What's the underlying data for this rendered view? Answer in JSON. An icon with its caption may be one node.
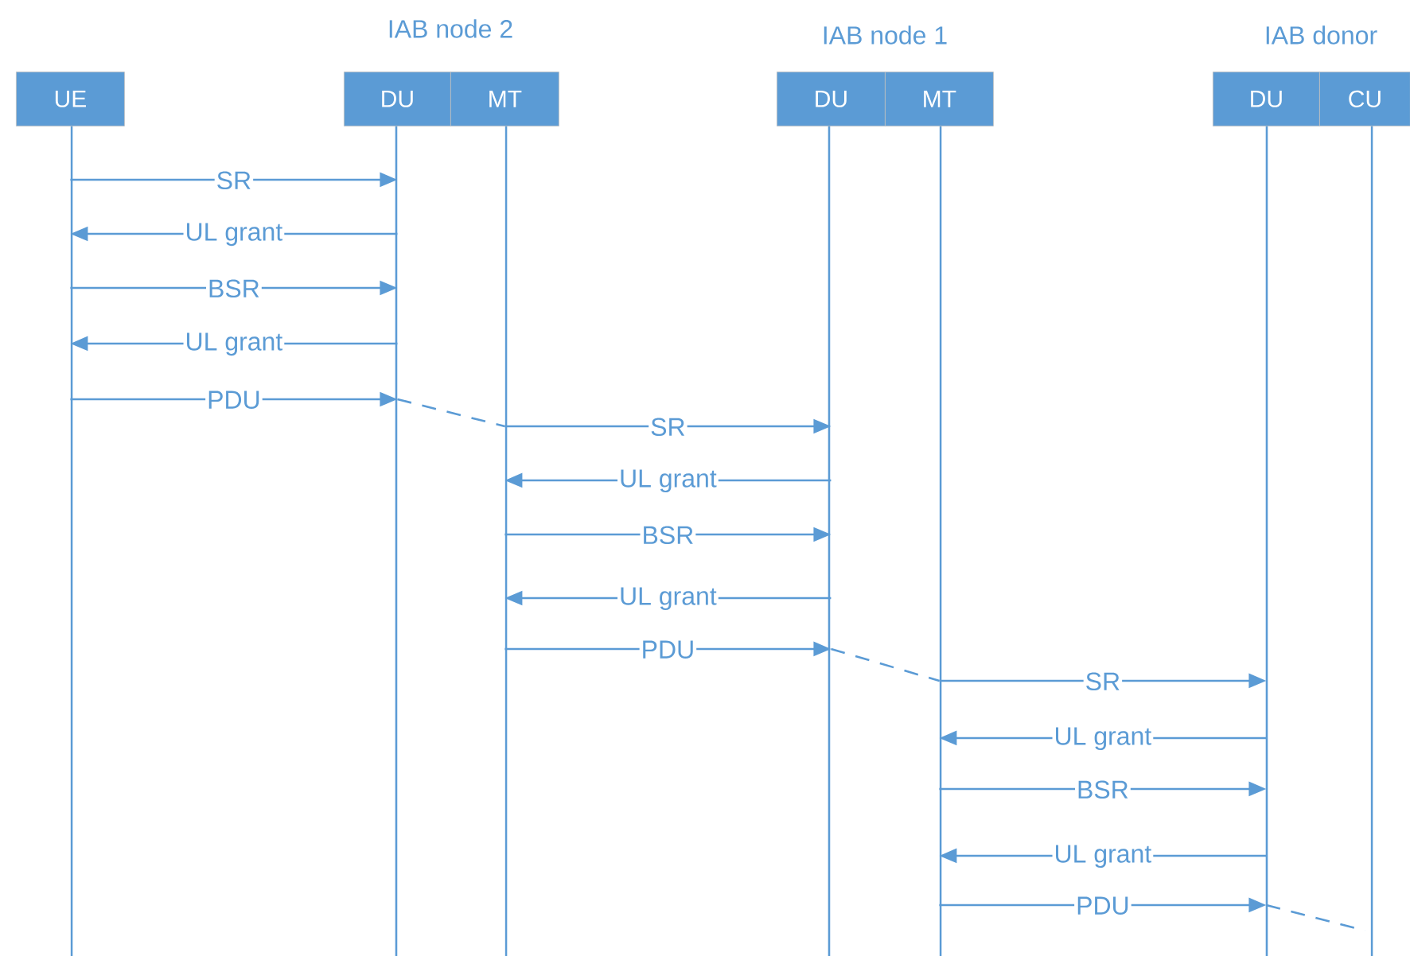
{
  "diagram": {
    "nodes": [
      {
        "text": [
          "UE"
        ]
      },
      {
        "text": [
          "DU"
        ]
      },
      {
        "text": [
          "MT"
        ]
      },
      {
        "text": [
          "DU"
        ]
      },
      {
        "text": [
          "MT"
        ]
      },
      {
        "text": [
          "DU"
        ]
      },
      {
        "text": [
          "CU"
        ]
      }
    ],
    "edges": [
      {
        "from": 0,
        "to": 1,
        "arrow": "to",
        "label": "SR"
      },
      {
        "from": 1,
        "to": 0,
        "arrow": "to",
        "label": "UL grant"
      },
      {
        "from": 0,
        "to": 1,
        "arrow": "to",
        "label": "BSR"
      },
      {
        "from": 1,
        "to": 0,
        "arrow": "to",
        "label": "UL grant"
      },
      {
        "from": 0,
        "to": 1,
        "arrow": "to",
        "label": "PDU"
      },
      {
        "from": 1,
        "to": 2,
        "arrow": "none",
        "style": "dashed"
      },
      {
        "from": 2,
        "to": 3,
        "arrow": "to",
        "label": "SR"
      },
      {
        "from": 3,
        "to": 2,
        "arrow": "to",
        "label": "UL grant"
      },
      {
        "from": 2,
        "to": 3,
        "arrow": "to",
        "label": "BSR"
      },
      {
        "from": 3,
        "to": 2,
        "arrow": "to",
        "label": "UL grant"
      },
      {
        "from": 2,
        "to": 3,
        "arrow": "to",
        "label": "PDU"
      },
      {
        "from": 3,
        "to": 4,
        "arrow": "none",
        "style": "dashed"
      },
      {
        "from": 4,
        "to": 5,
        "arrow": "to",
        "label": "SR"
      },
      {
        "from": 5,
        "to": 4,
        "arrow": "to",
        "label": "UL grant"
      },
      {
        "from": 4,
        "to": 5,
        "arrow": "to",
        "label": "BSR"
      },
      {
        "from": 5,
        "to": 4,
        "arrow": "to",
        "label": "UL grant"
      },
      {
        "from": 4,
        "to": 5,
        "arrow": "to",
        "label": "PDU"
      },
      {
        "from": 5,
        "to": 6,
        "arrow": "none",
        "style": "dashed"
      }
    ],
    "labels": [
      "IAB node 2",
      "IAB node 1",
      "IAB donor"
    ]
  }
}
